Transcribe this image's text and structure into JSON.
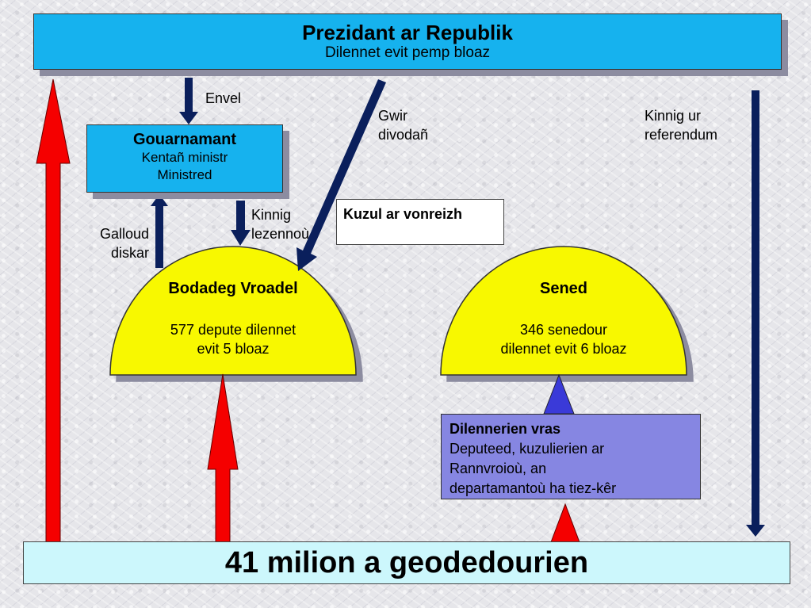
{
  "president": {
    "title": "Prezidant  ar Republik",
    "subtitle": "Dilennet evit  pemp bloaz"
  },
  "government": {
    "title": "Gouarnamant",
    "line1": "Kentañ ministr",
    "line2": "Ministred"
  },
  "council": {
    "title": "Kuzul ar vonreizh"
  },
  "assembly": {
    "title": "Bodadeg Vroadel",
    "line1": "577 depute dilennet",
    "line2": "evit 5 bloaz"
  },
  "senate": {
    "title": "Sened",
    "line1": "346 senedour",
    "line2": "dilennet evit 6 bloaz"
  },
  "electors": {
    "title": "Dilennerien vras",
    "line1": "Deputeed, kuzulierien ar",
    "line2": "Rannvroioù, an",
    "line3": "departamantoù ha tiez-kêr"
  },
  "voters": {
    "title": "41 milion a geodedourien"
  },
  "labels": {
    "envel": "Envel",
    "gwir_1": "Gwir",
    "gwir_2": "divodañ",
    "referendum_1": "Kinnig ur",
    "referendum_2": "referendum",
    "galloud_1": "Galloud",
    "galloud_2": "diskar",
    "kinnig_1": "Kinnig",
    "kinnig_2": "lezennoù"
  },
  "colors": {
    "blue_box": "#16b2ee",
    "dark_arrow": "#0a1f5c",
    "red_arrow": "#f50000",
    "dome_yellow": "#f8f800",
    "electors_box": "#8686e2",
    "voters_box": "#ccf7fc",
    "triangle_blue": "#3a3ad8"
  }
}
